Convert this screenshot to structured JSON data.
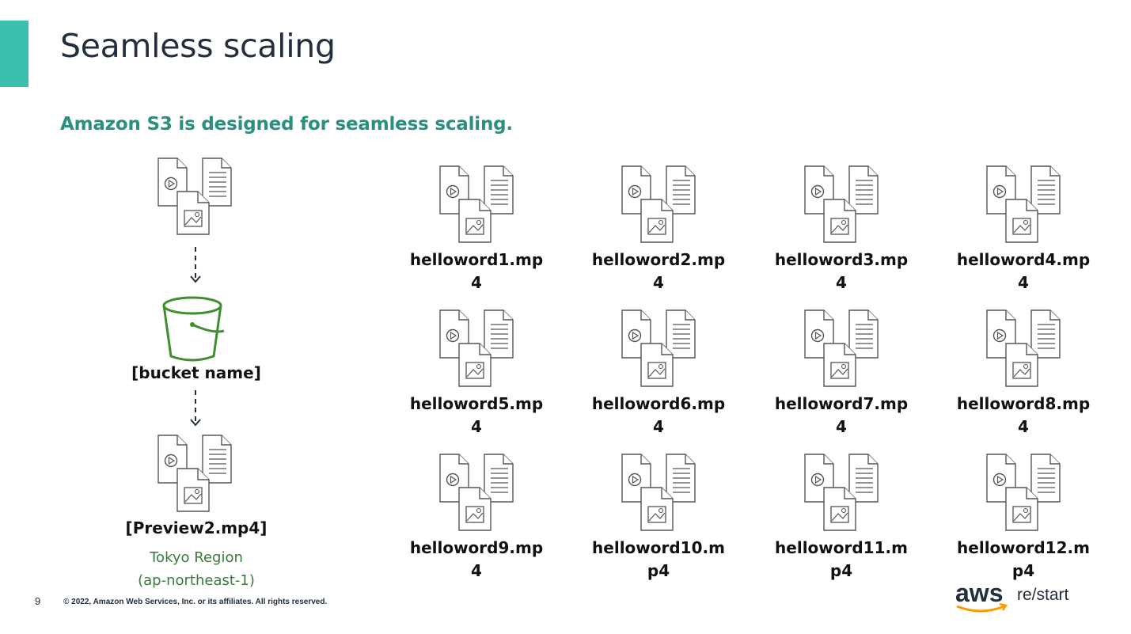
{
  "slide": {
    "title": "Seamless scaling",
    "subtitle": "Amazon S3 is designed for seamless scaling.",
    "accent_color": "#3cbfae",
    "subtitle_color": "#2a8f7f"
  },
  "left_flow": {
    "source_icon": "file-group-icon",
    "bucket_icon": "s3-bucket-icon",
    "bucket_label": "[bucket name]",
    "bucket_color": "#3f8f2f",
    "object_label": "[Preview2.mp4]",
    "region_name": "Tokyo Region",
    "region_code": "(ap-northeast-1)"
  },
  "object_grid": {
    "items": [
      {
        "name": "helloword1.mp4"
      },
      {
        "name": "helloword2.mp4"
      },
      {
        "name": "helloword3.mp4"
      },
      {
        "name": "helloword4.mp4"
      },
      {
        "name": "helloword5.mp4"
      },
      {
        "name": "helloword6.mp4"
      },
      {
        "name": "helloword7.mp4"
      },
      {
        "name": "helloword8.mp4"
      },
      {
        "name": "helloword9.mp4"
      },
      {
        "name": "helloword10.mp4"
      },
      {
        "name": "helloword11.mp4"
      },
      {
        "name": "helloword12.mp4"
      }
    ]
  },
  "footer": {
    "page_number": "9",
    "copyright": "© 2022, Amazon Web Services, Inc. or its affiliates. All rights reserved.",
    "logo_text": "aws",
    "logo_suffix": "re/start"
  }
}
